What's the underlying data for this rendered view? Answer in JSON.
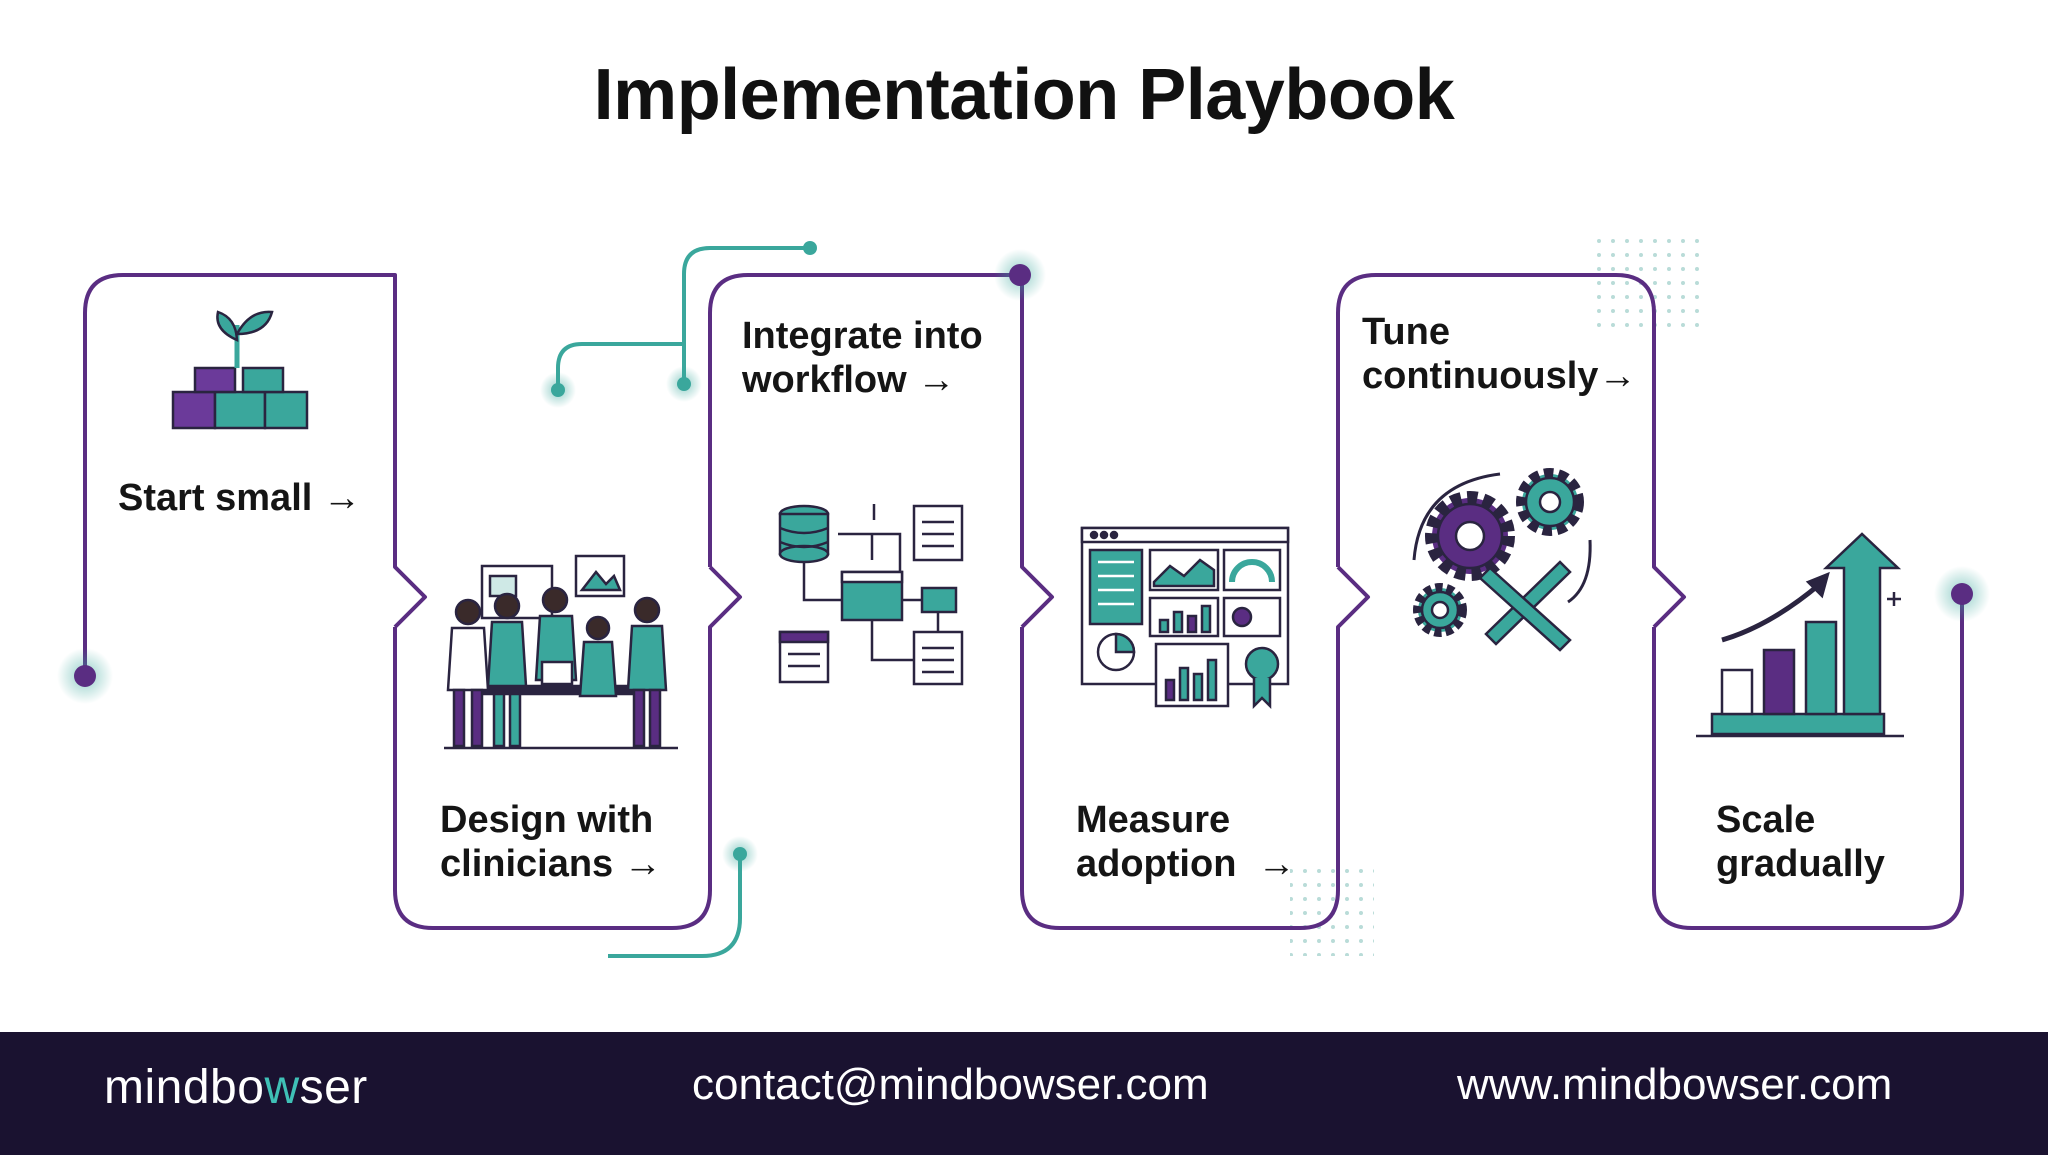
{
  "title": "Implementation Playbook",
  "colors": {
    "purple": "#5a2d82",
    "teal": "#3aa79c",
    "footer": "#1a1230",
    "text": "#151515"
  },
  "steps": [
    {
      "line1": "Start small →",
      "line2": "",
      "icon": "building-blocks-sprout-icon"
    },
    {
      "line1": "Design with",
      "line2": "clinicians →",
      "icon": "clinicians-team-icon"
    },
    {
      "line1": "Integrate into",
      "line2": "workflow →",
      "icon": "workflow-integration-icon"
    },
    {
      "line1": "Measure",
      "line2": "adoption  →",
      "icon": "dashboard-metrics-icon"
    },
    {
      "line1": "Tune",
      "line2": "continuously→",
      "icon": "gears-tools-icon"
    },
    {
      "line1": "Scale",
      "line2": "gradually",
      "icon": "growth-chart-arrow-icon"
    }
  ],
  "footer": {
    "logo_prefix": "mindbo",
    "logo_accent": "w",
    "logo_suffix": "ser",
    "email": "contact@mindbowser.com",
    "website": "www.mindbowser.com"
  }
}
